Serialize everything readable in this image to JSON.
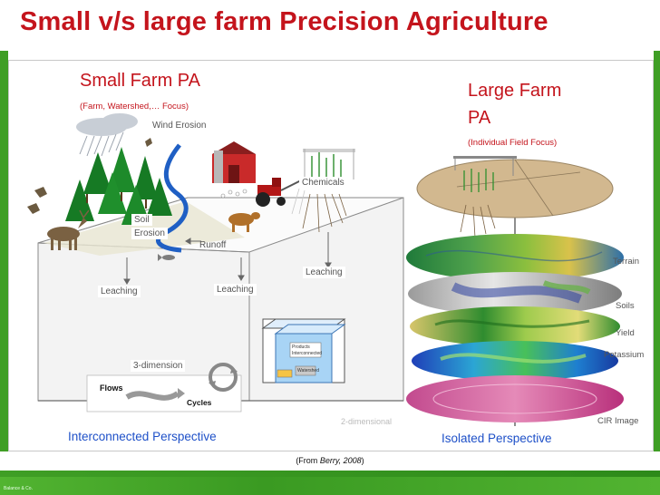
{
  "title": "Small v/s large farm Precision Agriculture",
  "small_farm": {
    "heading": "Small Farm PA",
    "subheading": "(Farm, Watershed,… Focus)",
    "labels": {
      "wind_erosion": "Wind Erosion",
      "chemicals": "Chemicals",
      "soil_erosion_1": "Soil",
      "soil_erosion_2": "Erosion",
      "runoff": "Runoff",
      "leaching_left": "Leaching",
      "leaching_mid": "Leaching",
      "leaching_right": "Leaching",
      "three_dimensional": "3-dimension",
      "two_dimensional": "2-dimensional",
      "flows": "Flows",
      "cycles": "Cycles",
      "box_top": "Products",
      "box_mid": "Interconnected",
      "box_bottom": "Watershed"
    },
    "footer": "Interconnected Perspective"
  },
  "large_farm": {
    "heading_1": "Large Farm",
    "heading_2": "PA",
    "subheading": "(Individual Field Focus)",
    "layers": [
      "Terrain",
      "Soils",
      "Yield",
      "Potassium",
      "CIR Image"
    ],
    "footer": "Isolated Perspective"
  },
  "citation": {
    "prefix": "(From ",
    "author": "Berry, 2008",
    "suffix": ")"
  },
  "brand": "Balance & Co."
}
